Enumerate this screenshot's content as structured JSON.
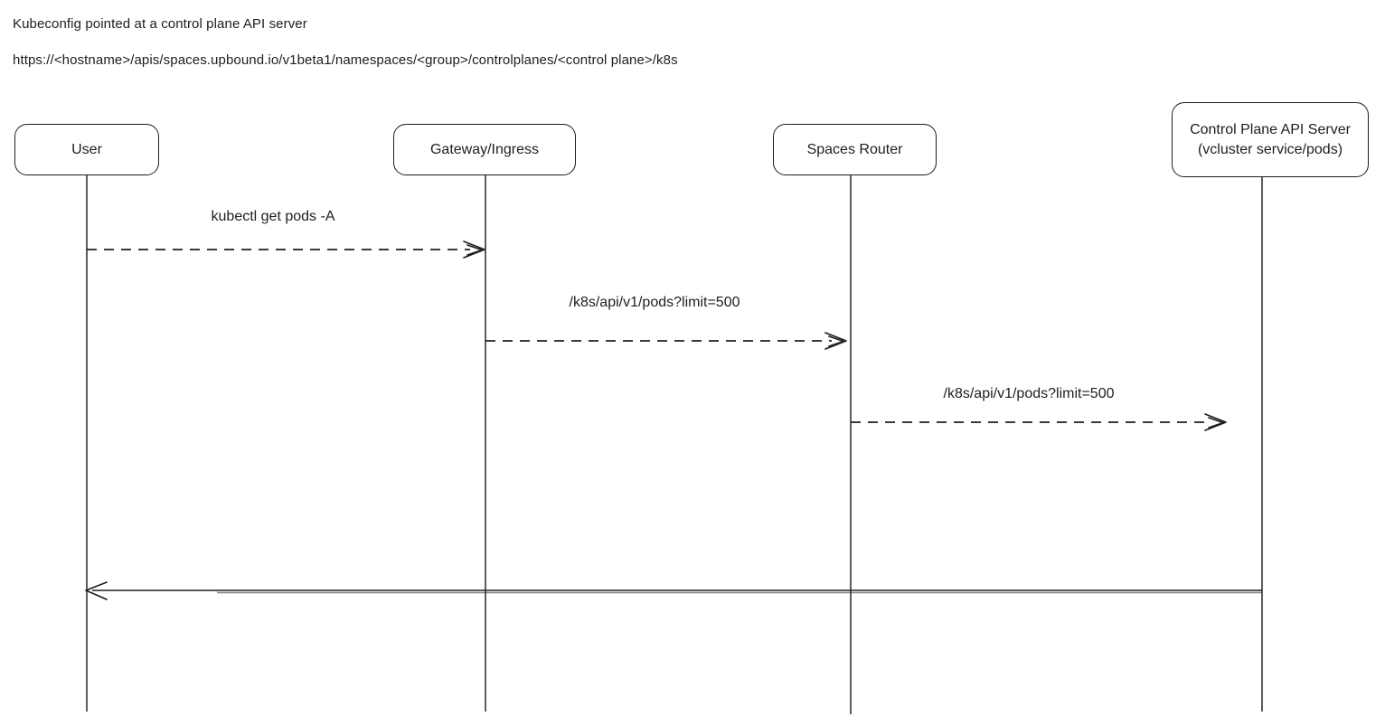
{
  "diagram_type": "sequence",
  "header": {
    "title": "Kubeconfig pointed at a control plane API server",
    "endpoint_url": "https://<hostname>/apis/spaces.upbound.io/v1beta1/namespaces/<group>/controlplanes/<control plane>/k8s"
  },
  "actors": [
    {
      "label": "User"
    },
    {
      "label": "Gateway/Ingress"
    },
    {
      "label": "Spaces Router"
    },
    {
      "label": "Control Plane API Server\n(vcluster service/pods)"
    }
  ],
  "messages": [
    {
      "label": "kubectl get pods -A",
      "from": "User",
      "to": "Gateway/Ingress",
      "style": "dashed"
    },
    {
      "label": "/k8s/api/v1/pods?limit=500",
      "from": "Gateway/Ingress",
      "to": "Spaces Router",
      "style": "dashed"
    },
    {
      "label": "/k8s/api/v1/pods?limit=500",
      "from": "Spaces Router",
      "to": "Control Plane API Server (vcluster service/pods)",
      "style": "dashed"
    },
    {
      "label": "",
      "from": "Control Plane API Server (vcluster service/pods)",
      "to": "User",
      "style": "solid"
    }
  ],
  "colors": {
    "stroke": "#1e1e1e",
    "background": "#ffffff"
  }
}
